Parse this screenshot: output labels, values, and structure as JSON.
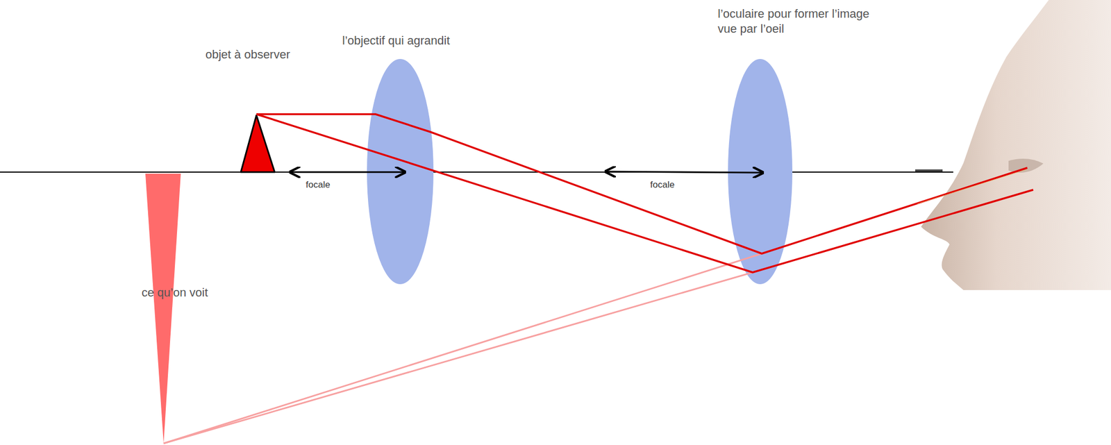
{
  "diagram": {
    "labels": [
      "objet à observer",
      "l’objectif qui agrandit",
      "l’oculaire pour former l’image vue par l’oeil",
      "focale",
      "focale",
      "ce qu’on voit"
    ]
  }
}
